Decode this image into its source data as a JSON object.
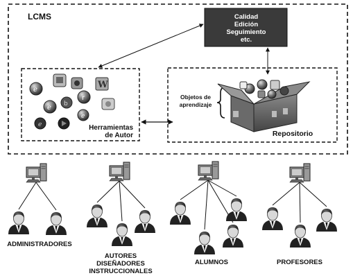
{
  "lcms_label": "LCMS",
  "quality_box": {
    "lines": [
      "Calidad",
      "Edición",
      "Seguimiento",
      "etc."
    ]
  },
  "authoring_tools": {
    "lines": [
      "Herramientas",
      "de Autor"
    ]
  },
  "repository": {
    "label": "Repositorio"
  },
  "learning_objects": {
    "lines": [
      "Objetos de",
      "aprendizaje"
    ]
  },
  "groups": [
    {
      "name": "administradores",
      "lines": [
        "ADMINISTRADORES"
      ]
    },
    {
      "name": "autores",
      "lines": [
        "AUTORES",
        "DISEÑADORES",
        "INSTRUCCIONALES"
      ]
    },
    {
      "name": "alumnos",
      "lines": [
        "ALUMNOS"
      ]
    },
    {
      "name": "profesores",
      "lines": [
        "PROFESORES"
      ]
    }
  ]
}
